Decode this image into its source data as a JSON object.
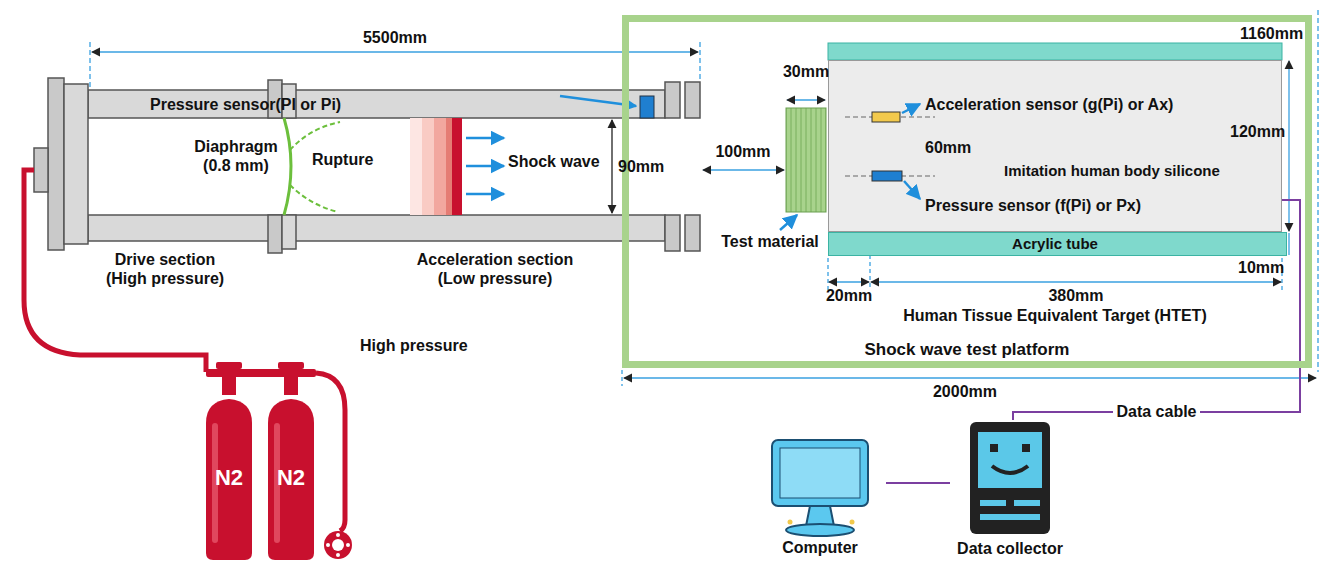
{
  "diagram": {
    "nodes": [
      {
        "text": [
          "N2"
        ]
      },
      {
        "text": [
          "N2"
        ]
      },
      {
        "text": [
          "Shock wave test platform"
        ]
      },
      {
        "text": [
          "Imitation human body silicone"
        ],
        "in": 2
      },
      {
        "text": [
          "Acrylic tube"
        ],
        "in": 2
      },
      {
        "text": [
          "Computer"
        ]
      },
      {
        "text": [
          "Data collector"
        ]
      }
    ],
    "edges": [
      {
        "from": 3,
        "to": 6,
        "arrow": "none",
        "label": "Data cable"
      },
      {
        "from": 5,
        "to": 6,
        "arrow": "none"
      }
    ],
    "labels": [
      "5500mm",
      "Pressure sensor(PI or Pi)",
      "Diaphragm (0.8 mm)",
      "Rupture",
      "Shock wave",
      "90mm",
      "Drive section (High pressure)",
      "Acceleration section (Low pressure)",
      "High pressure",
      "100mm",
      "30mm",
      "Test material",
      "Acceleration sensor (g(Pi) or Ax)",
      "60mm",
      "Pressure sensor (f(Pi) or Px)",
      "120mm",
      "10mm",
      "20mm",
      "380mm",
      "Human Tissue Equivalent Target (HTET)",
      "1160mm",
      "2000mm"
    ]
  }
}
